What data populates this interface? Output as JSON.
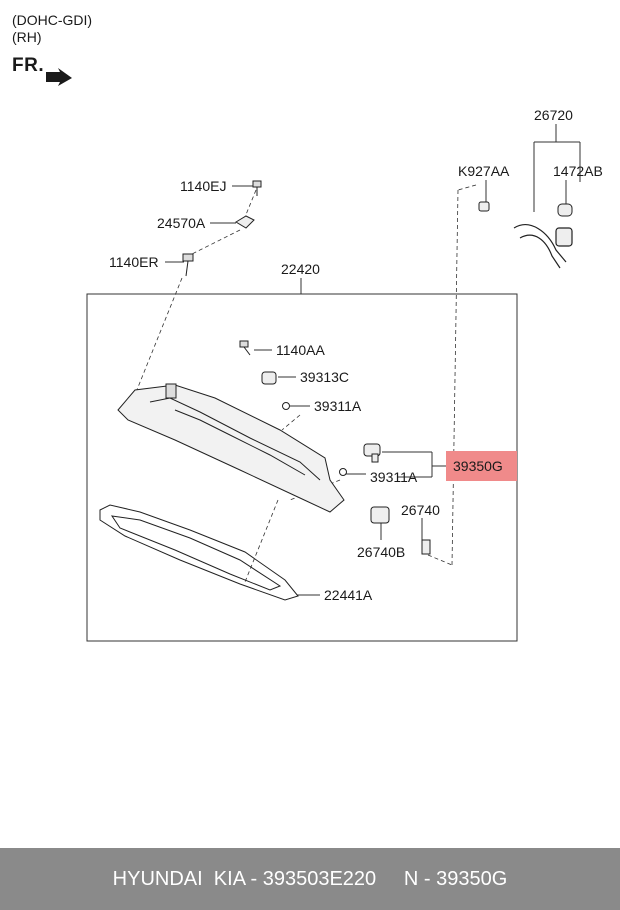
{
  "header": {
    "engine": "(DOHC-GDI)",
    "side": "(RH)",
    "front_marker": "FR."
  },
  "highlight_color": "#f08a8a",
  "parts": {
    "p26720": "26720",
    "pK927AA": "K927AA",
    "p1472AB": "1472AB",
    "p1140EJ": "1140EJ",
    "p24570A": "24570A",
    "p1140ER": "1140ER",
    "p22420": "22420",
    "p1140AA": "1140AA",
    "p39313C": "39313C",
    "p39311A_top": "39311A",
    "p39311A_mid": "39311A",
    "p39350G": "39350G",
    "p26740": "26740",
    "p26740B": "26740B",
    "p22441A": "22441A"
  },
  "footer": {
    "text": "HYUNDAI  KIA - 393503E220     N - 39350G"
  }
}
